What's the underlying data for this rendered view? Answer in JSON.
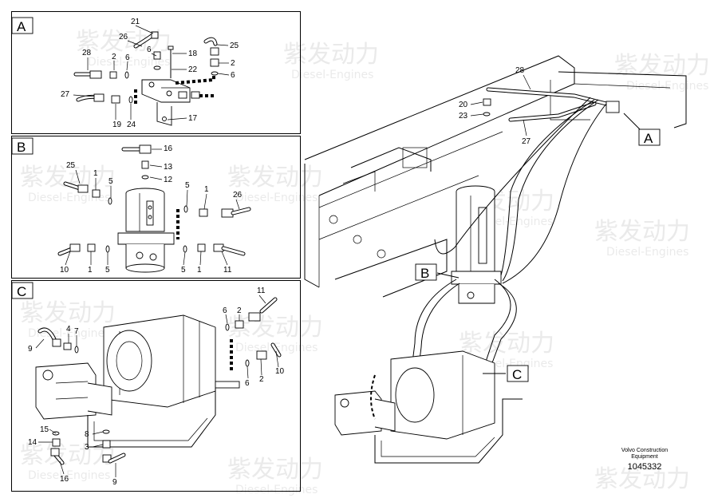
{
  "panels": [
    {
      "letter": "A",
      "labels": [
        "21",
        "26",
        "6",
        "25",
        "28",
        "2",
        "6",
        "18",
        "2",
        "6",
        "22",
        "27",
        "19",
        "24",
        "17"
      ]
    },
    {
      "letter": "B",
      "labels": [
        "16",
        "13",
        "12",
        "25",
        "1",
        "5",
        "5",
        "1",
        "26",
        "10",
        "1",
        "5",
        "5",
        "1",
        "11"
      ]
    },
    {
      "letter": "C",
      "labels": [
        "11",
        "6",
        "2",
        "9",
        "4",
        "7",
        "10",
        "6",
        "2",
        "15",
        "14",
        "8",
        "3",
        "16",
        "9"
      ]
    }
  ],
  "main_view": {
    "labels": [
      "28",
      "20",
      "23",
      "27"
    ],
    "callouts": [
      "A",
      "B",
      "C"
    ]
  },
  "watermark": {
    "brand_cn": "紫发动力",
    "brand_en": "Diesel-Engines"
  },
  "footer": {
    "company_line1": "Volvo Construction",
    "company_line2": "Equipment",
    "drawing_number": "1045332"
  }
}
